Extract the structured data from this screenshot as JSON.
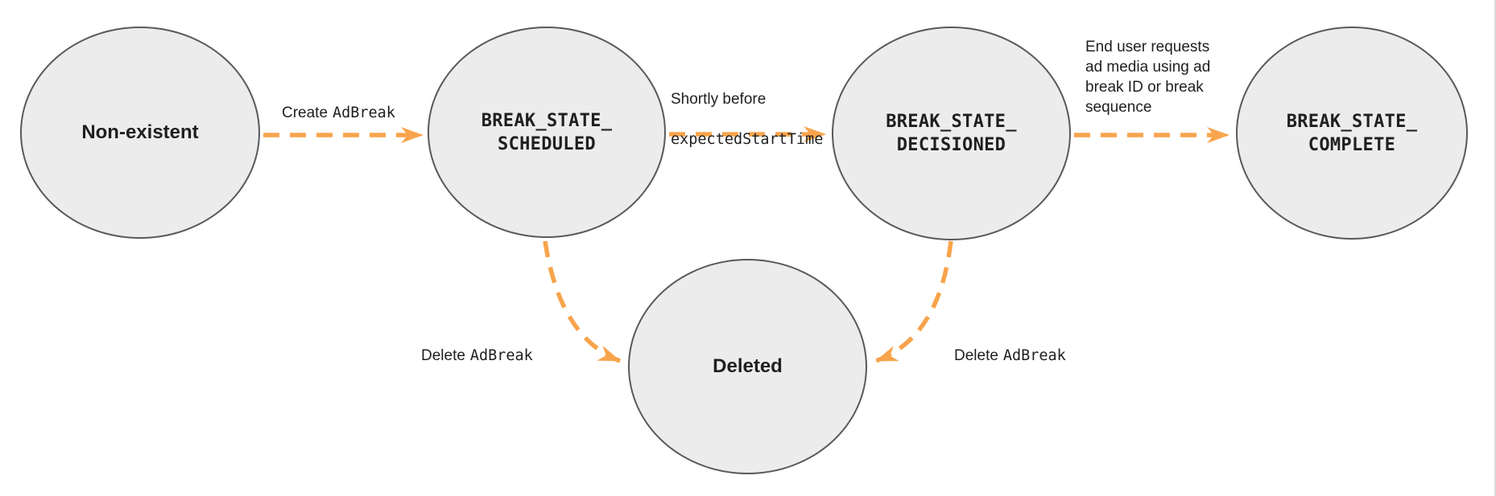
{
  "colors": {
    "arrow": "#F8A44C",
    "node-fill": "#ECECEC",
    "node-border": "#58595B",
    "text": "#1F1F1F"
  },
  "nodes": [
    {
      "id": "non-existent",
      "label": "Non-existent",
      "style": "plain"
    },
    {
      "id": "break-state-scheduled",
      "label": "BREAK_STATE_\nSCHEDULED",
      "style": "code"
    },
    {
      "id": "break-state-decisioned",
      "label": "BREAK_STATE_\nDECISIONED",
      "style": "code"
    },
    {
      "id": "break-state-complete",
      "label": "BREAK_STATE_\nCOMPLETE",
      "style": "code"
    },
    {
      "id": "deleted",
      "label": "Deleted",
      "style": "plain"
    }
  ],
  "edges": [
    {
      "from": "non-existent",
      "to": "break-state-scheduled",
      "label_plain": "Create",
      "label_code": "AdBreak"
    },
    {
      "from": "break-state-scheduled",
      "to": "break-state-decisioned",
      "label_plain": "Shortly before",
      "label_code": "expectedStartTime"
    },
    {
      "from": "break-state-decisioned",
      "to": "break-state-complete",
      "label_plain": "End user requests\nad media using ad\nbreak ID or break\nsequence"
    },
    {
      "from": "break-state-scheduled",
      "to": "deleted",
      "label_plain": "Delete",
      "label_code": "AdBreak"
    },
    {
      "from": "break-state-decisioned",
      "to": "deleted",
      "label_plain": "Delete",
      "label_code": "AdBreak"
    }
  ]
}
